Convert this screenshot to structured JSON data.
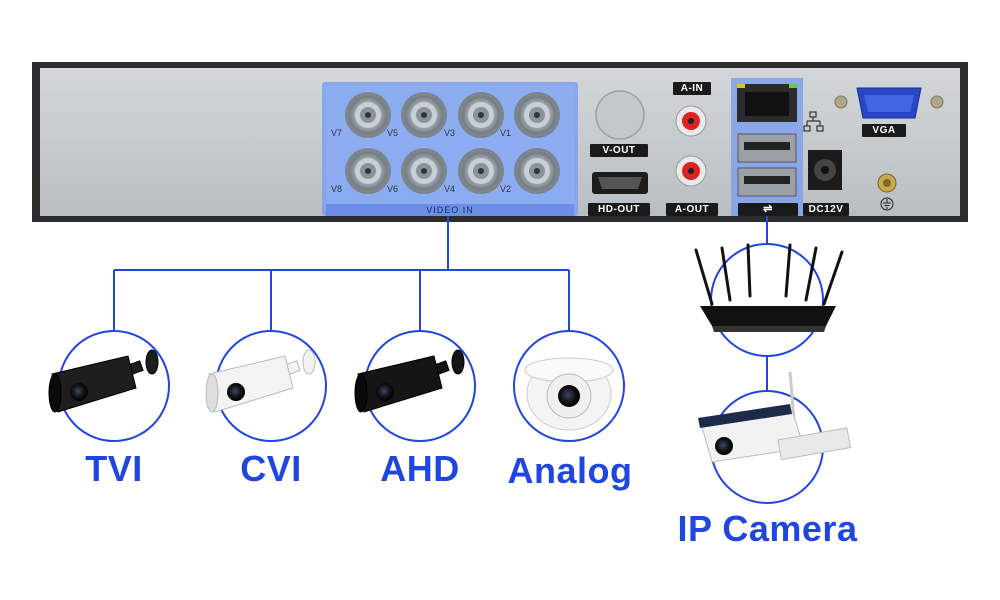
{
  "dvr": {
    "video_in_label": "VIDEO IN",
    "channels_top": [
      "V7",
      "V5",
      "V3",
      "V1"
    ],
    "channels_bottom": [
      "V8",
      "V6",
      "V4",
      "V2"
    ],
    "v_out_label": "V-OUT",
    "hd_out_label": "HD-OUT",
    "a_in_label": "A-IN",
    "a_out_label": "A-OUT",
    "dc_label": "DC12V",
    "vga_label": "VGA"
  },
  "cameras": [
    {
      "name": "TVI",
      "icon": "bullet-camera-black-icon"
    },
    {
      "name": "CVI",
      "icon": "bullet-camera-white-icon"
    },
    {
      "name": "AHD",
      "icon": "bullet-camera-dark-icon"
    },
    {
      "name": "Analog",
      "icon": "dome-camera-icon"
    }
  ],
  "network": {
    "router_icon": "router-icon",
    "ip_camera_label": "IP Camera",
    "ip_camera_icon": "solar-wifi-camera-icon"
  },
  "colors": {
    "accent": "#1f46e0",
    "line": "#1f46e0",
    "panel": "#c7cccf",
    "highlight": "#7fa0f0"
  }
}
